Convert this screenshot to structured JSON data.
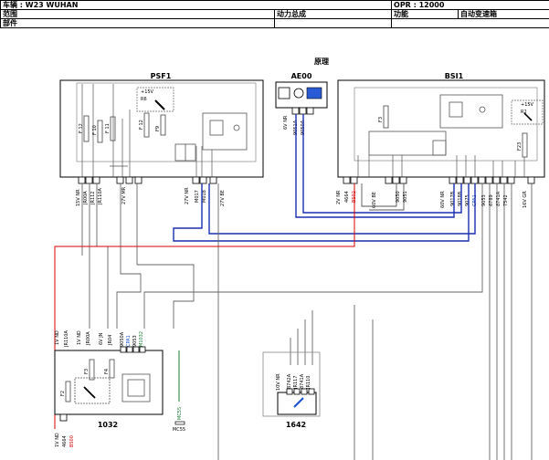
{
  "header": {
    "vehicle": "车辆 : W23 WUHAN",
    "opr": "OPR : 12000",
    "scope_label": "范围",
    "scope_value": "动力总成",
    "function_label": "功能",
    "function_value": "自动变速箱",
    "component_label": "部件"
  },
  "diagram": {
    "title": "原理",
    "components": {
      "psf1": "PSF1",
      "ae00": "AE00",
      "bsi1": "BSI1",
      "c1032": "1032",
      "c1642": "1642",
      "mc55": "MC55"
    },
    "fuses": [
      "F 12",
      "F 10",
      "F 11",
      "F 12",
      "F9",
      "F3",
      "F23"
    ],
    "psf1_conn": {
      "a": "15V NR",
      "b": "27V MR",
      "c": "27V NR",
      "d": "27V BE"
    },
    "psf1_wires": [
      "JR00A",
      "JR112",
      "JR110A",
      "M017",
      "M018"
    ],
    "ae00_conn": "6V NR",
    "ae00_wires": [
      "9051A",
      "9050A"
    ],
    "bsi1_conn": {
      "a": "2V NR",
      "b": "60V BE",
      "c": "60V NR",
      "d": "16V GR"
    },
    "bsi1_wires": [
      "4664",
      "BS02",
      "9050",
      "9051",
      "9017B",
      "9018B",
      "9075",
      "CPA1"
    ],
    "bsi1_wires_right": [
      "9053",
      "6789",
      "8741A",
      "7542"
    ],
    "relays": [
      "+15V",
      "R6",
      "+15V",
      "R2"
    ],
    "c1032_conn": [
      "1V ND",
      "1V ND",
      "6V JN",
      "1V ND"
    ],
    "c1032_wires": [
      "JR110A",
      "JR00A",
      "JR04",
      "9050A",
      "CPA1",
      "9053",
      "M1032"
    ],
    "c1032_fuses": [
      "F2",
      "F3",
      "F4"
    ],
    "c1032_bottom_wires": [
      "4664",
      "BS00"
    ],
    "c1642_conn": "10V NR",
    "c1642_wires": [
      "8742A",
      "JR117",
      "8741A",
      "JR110"
    ],
    "mc55_wire": "MC55"
  }
}
